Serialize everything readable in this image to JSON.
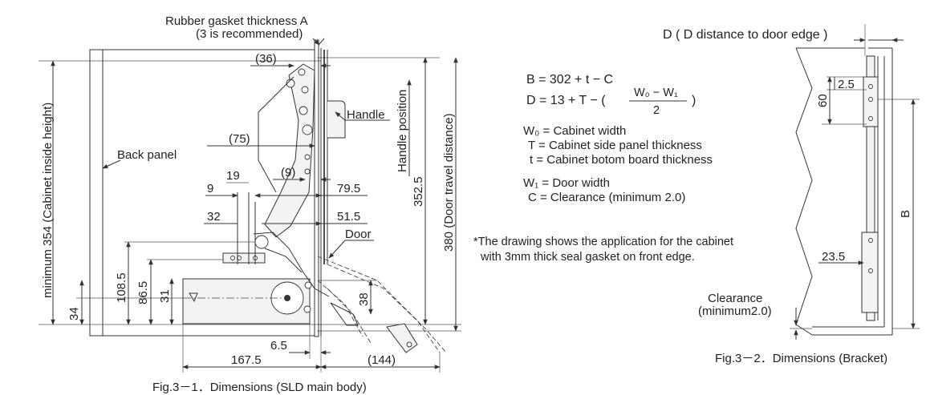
{
  "fig1": {
    "caption": "Fig.3－1．Dimensions (SLD main body)",
    "gasket_label_1": "Rubber gasket thickness A",
    "gasket_label_2": "(3 is recommended)",
    "back_panel": "Back panel",
    "handle": "Handle",
    "handle_position": "Handle position",
    "door": "Door",
    "cabinet_height": "minimum 354 (Cabinet inside height)",
    "door_travel": "380 (Door travel distance)",
    "dims": {
      "d36": "(36)",
      "d75": "(75)",
      "d9p": "(9)",
      "d19": "19",
      "d9": "9",
      "d79_5": "79.5",
      "d32": "32",
      "d51_5": "51.5",
      "d352_5": "352.5",
      "d108_5": "108.5",
      "d86_5": "86.5",
      "d31": "31",
      "d34": "34",
      "d38": "38",
      "d6_5": "6.5",
      "d167_5": "167.5",
      "d144": "(144)"
    }
  },
  "formulas": {
    "b_eq": "B = 302 + t − C",
    "d_eq_prefix": "D = 13 + T − (",
    "d_eq_num": "W₀ − W₁",
    "d_eq_den": "2",
    "d_eq_suffix": ")",
    "def_w0": "W₀ = Cabinet width",
    "def_t_cap": "T   = Cabinet side panel thickness",
    "def_t": "t    = Cabinet botom board thickness",
    "def_w1": "W₁ = Door width",
    "def_c": "C   = Clearance (minimum 2.0)",
    "note_1": "*The drawing shows the application for the cabinet",
    "note_2": "with 3mm thick seal gasket on front  edge."
  },
  "fig2": {
    "caption": "Fig.3－2．Dimensions (Bracket)",
    "d_label": "D ( D distance to door edge )",
    "d2_5": "2.5",
    "d60": "60",
    "d23_5": "23.5",
    "b": "B",
    "clearance_1": "Clearance",
    "clearance_2": "(minimum2.0)"
  }
}
